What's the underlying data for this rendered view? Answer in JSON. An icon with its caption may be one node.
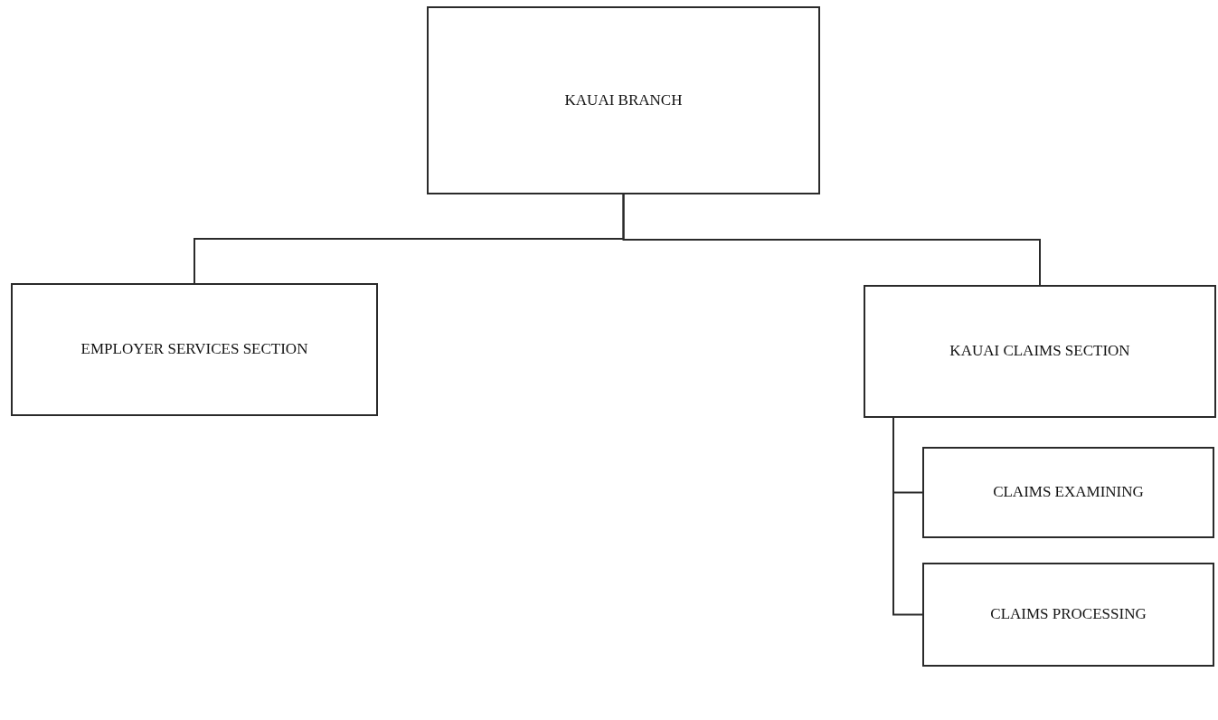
{
  "diagram": {
    "nodes": [
      {
        "text": [
          "KAUAI BRANCH"
        ]
      },
      {
        "text": [
          "EMPLOYER SERVICES SECTION"
        ]
      },
      {
        "text": [
          "KAUAI CLAIMS SECTION"
        ]
      },
      {
        "text": [
          "CLAIMS EXAMINING"
        ]
      },
      {
        "text": [
          "CLAIMS PROCESSING"
        ]
      }
    ],
    "edges": [
      {
        "from": 0,
        "to": 1,
        "arrow": "none"
      },
      {
        "from": 0,
        "to": 2,
        "arrow": "none"
      },
      {
        "from": 2,
        "to": 3,
        "arrow": "none"
      },
      {
        "from": 2,
        "to": 4,
        "arrow": "none"
      }
    ]
  }
}
